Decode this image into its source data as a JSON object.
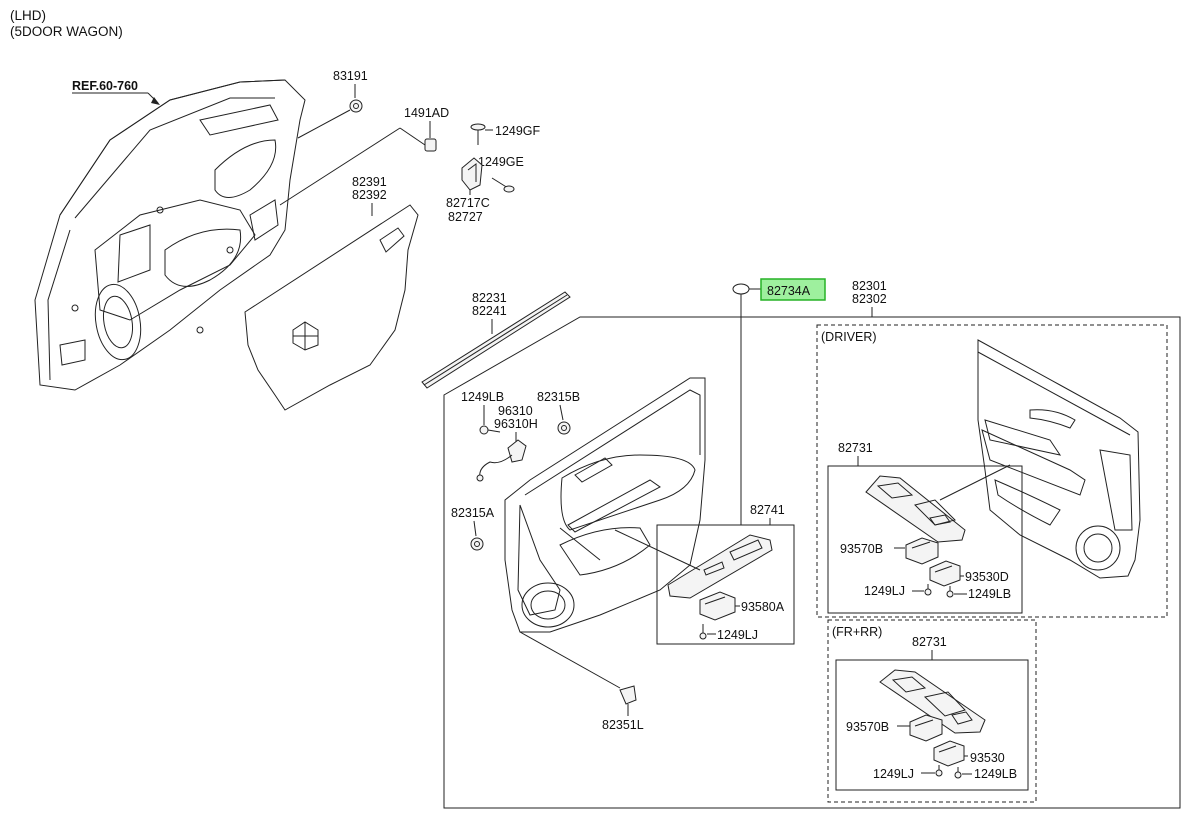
{
  "header": {
    "line1": "(LHD)",
    "line2": "(5DOOR WAGON)"
  },
  "labels": {
    "ref": "REF.60-760",
    "p83191": "83191",
    "p1491AD": "1491AD",
    "p1249GF": "1249GF",
    "p1249GE": "1249GE",
    "p82717C": "82717C",
    "p82727": "82727",
    "p82391": "82391",
    "p82392": "82392",
    "p82231": "82231",
    "p82241": "82241",
    "p82734A": "82734A",
    "p82301": "82301",
    "p82302": "82302",
    "p1249LB_a": "1249LB",
    "p96310": "96310",
    "p96310H": "96310H",
    "p82315B": "82315B",
    "p82315A": "82315A",
    "p82741": "82741",
    "p93580A": "93580A",
    "p1249LJ_a": "1249LJ",
    "p82351L": "82351L",
    "driver": "(DRIVER)",
    "p82731_a": "82731",
    "p93570B_a": "93570B",
    "p93530D": "93530D",
    "p1249LJ_b": "1249LJ",
    "p1249LB_b": "1249LB",
    "frrr": "(FR+RR)",
    "p82731_b": "82731",
    "p93570B_b": "93570B",
    "p93530": "93530",
    "p1249LJ_c": "1249LJ",
    "p1249LB_c": "1249LB"
  },
  "colors": {
    "highlight_fill": "#9ef09e",
    "highlight_stroke": "#27b227",
    "line": "#222222"
  }
}
